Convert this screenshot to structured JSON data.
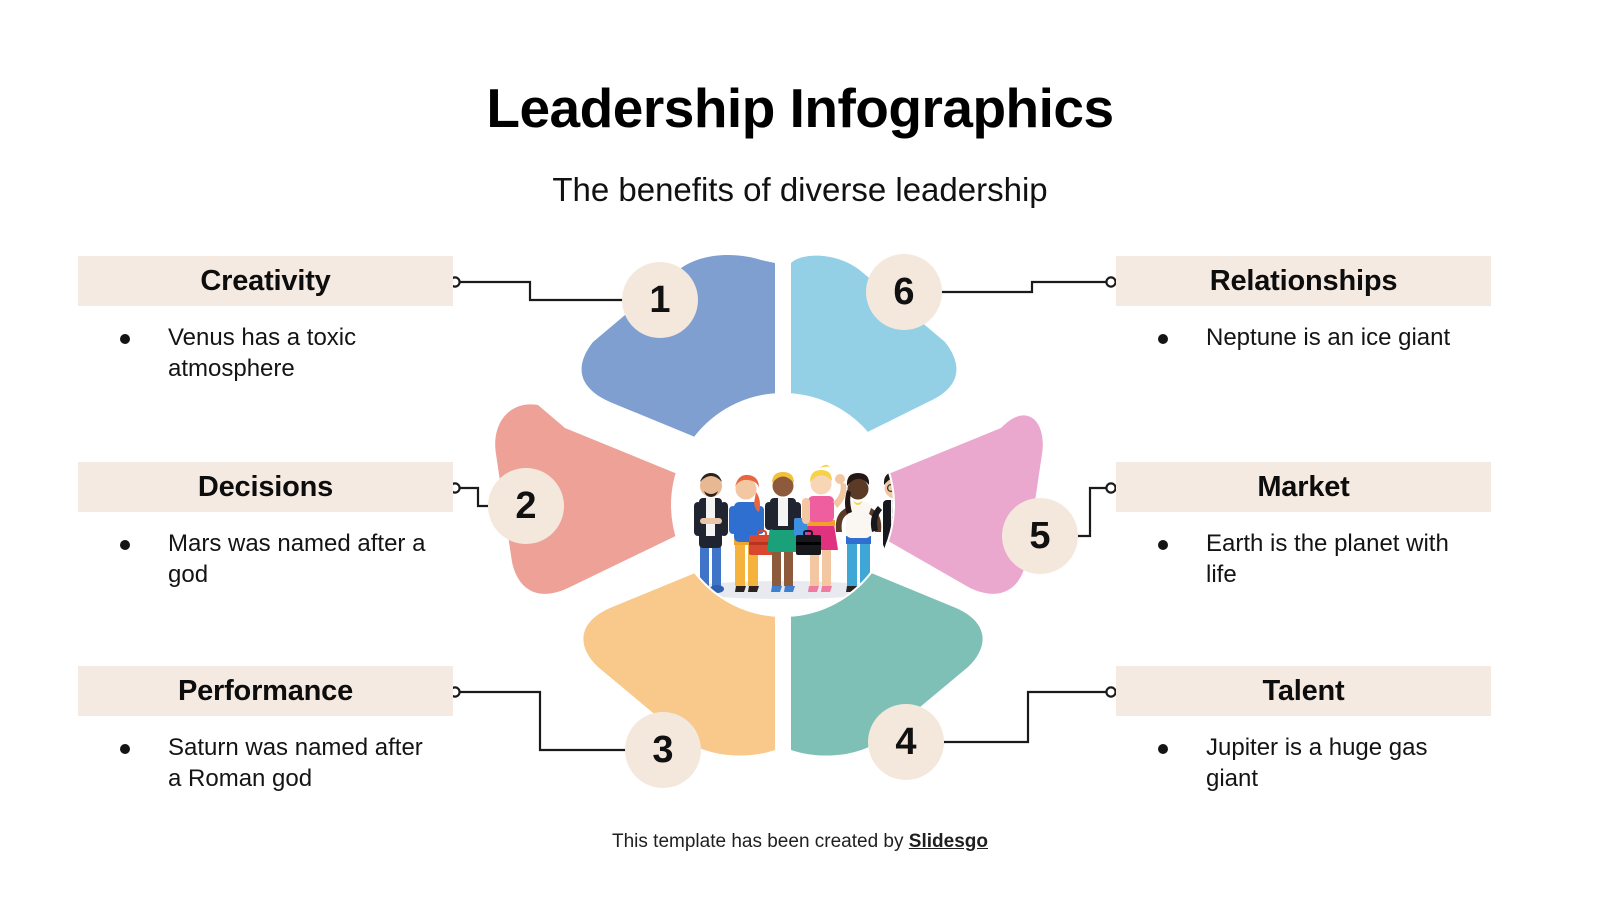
{
  "header": {
    "title": "Leadership Infographics",
    "subtitle": "The benefits of diverse leadership"
  },
  "colors": {
    "band_bg": "#f5eae1",
    "badge_bg": "#f4e8dd",
    "petal_1_blue": "#7e9fd0",
    "petal_2_salmon": "#eda197",
    "petal_3_orange": "#f8c98a",
    "petal_4_teal": "#7fc0b6",
    "petal_5_pink": "#eba8ce",
    "petal_6_lightblue": "#93d0e5",
    "connector_line": "#1a1a1a",
    "text": "#141414"
  },
  "sections": [
    {
      "number": "1",
      "label": "Creativity",
      "body": "Venus has a toxic atmosphere",
      "side": "left",
      "color": "#7e9fd0"
    },
    {
      "number": "2",
      "label": "Decisions",
      "body": "Mars was named after a god",
      "side": "left",
      "color": "#eda197"
    },
    {
      "number": "3",
      "label": "Performance",
      "body": "Saturn was named after a Roman god",
      "side": "left",
      "color": "#f8c98a"
    },
    {
      "number": "4",
      "label": "Talent",
      "body": "Jupiter is a huge gas giant",
      "side": "right",
      "color": "#7fc0b6"
    },
    {
      "number": "5",
      "label": "Market",
      "body": "Earth is the planet with life",
      "side": "right",
      "color": "#eba8ce"
    },
    {
      "number": "6",
      "label": "Relationships",
      "body": "Neptune is an ice giant",
      "side": "right",
      "color": "#93d0e5"
    }
  ],
  "center_illustration": {
    "name": "diverse-business-team-illustration",
    "people_count": 6
  },
  "footer": {
    "prefix": "This template has been created by ",
    "brand": "Slidesgo"
  }
}
